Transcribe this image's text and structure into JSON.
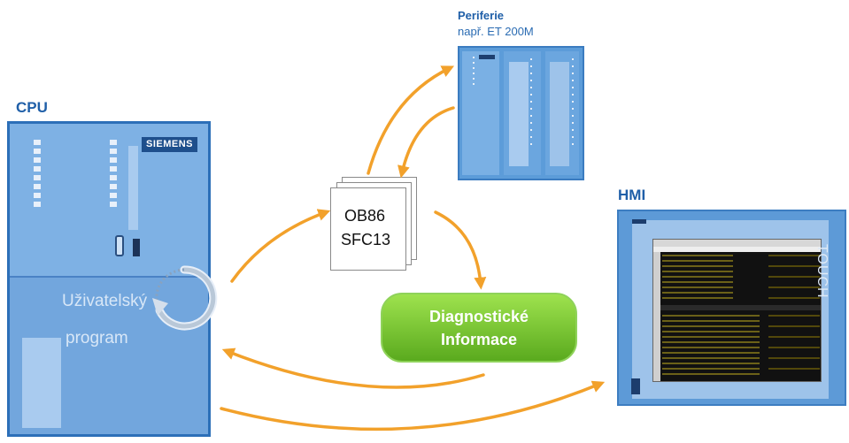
{
  "labels": {
    "cpu": "CPU",
    "hmi": "HMI",
    "periferie_title": "Periferie",
    "periferie_sub": "např. ET 200M"
  },
  "cpu": {
    "brand": "SIEMENS",
    "program_line1": "Uživatelský",
    "program_line2": "program"
  },
  "document": {
    "line1": "OB86",
    "line2": "SFC13"
  },
  "diagnostic": {
    "line1": "Diagnostické",
    "line2": "Informace"
  },
  "hmi": {
    "side_text": "TOUCH"
  },
  "colors": {
    "arrow": "#f2a12b",
    "device_blue": "#72a6dd",
    "label_blue": "#1f5fa8",
    "diag_green": "#6fbf2b"
  }
}
